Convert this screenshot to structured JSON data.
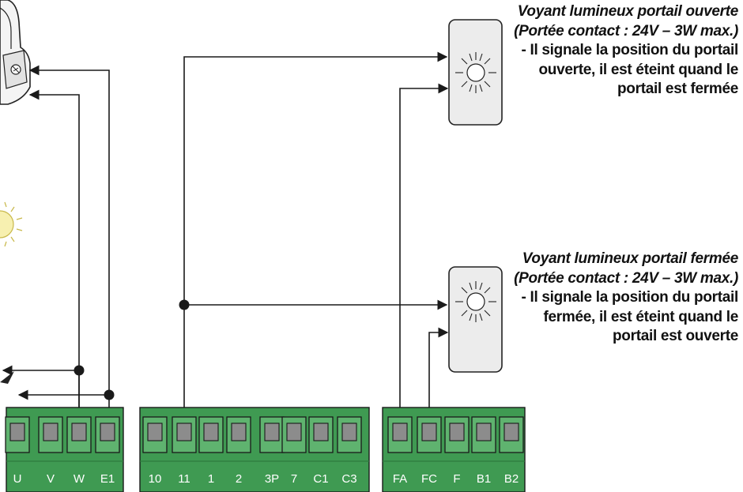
{
  "colors": {
    "terminal_green": "#3f9a52",
    "terminal_dark": "#2e7a3e",
    "screw_grey": "#8c8c8c",
    "wire": "#1a1a1a",
    "lamp_fill": "#ececec"
  },
  "terminal_blocks": [
    {
      "id": "motor",
      "labels": [
        "U",
        "V",
        "W",
        "E1"
      ]
    },
    {
      "id": "main",
      "labels": [
        "10",
        "11",
        "1",
        "2",
        "3P",
        "7",
        "C1",
        "C3"
      ]
    },
    {
      "id": "lamps",
      "labels": [
        "FA",
        "FC",
        "F",
        "B1",
        "B2"
      ]
    }
  ],
  "lamp_open_text": {
    "title": "Voyant lumineux portail ouverte (Portée contact : 24V – 3W max.)",
    "body": "- Il signale la position du portail ouverte, il est éteint quand le portail est fermée"
  },
  "lamp_closed_text": {
    "title": "Voyant lumineux portail fermée (Portée contact : 24V – 3W max.)",
    "body": "- Il signale la position du portail fermée, il est éteint quand le portail est ouverte"
  },
  "icons": [
    "lamp-icon",
    "sun-icon",
    "motor-icon",
    "antenna-icon"
  ]
}
